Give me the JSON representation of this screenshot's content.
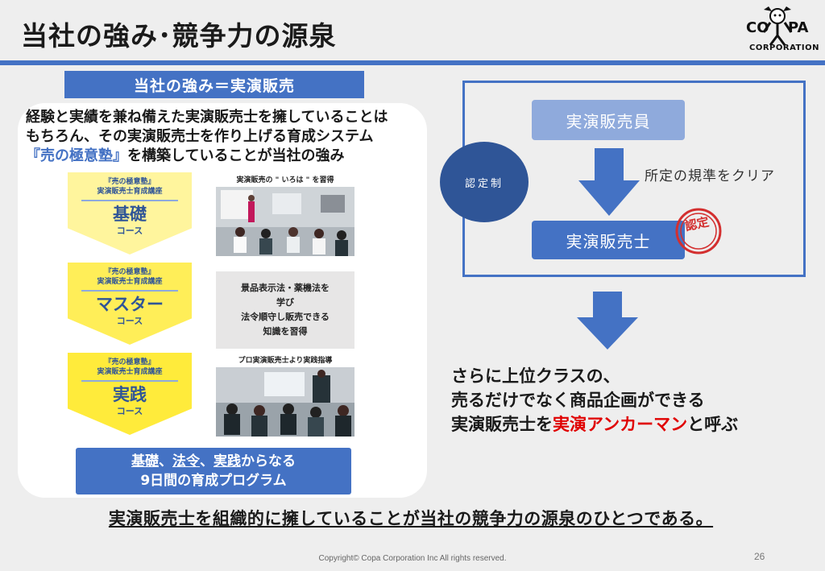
{
  "header": {
    "title": "当社の強み･競争力の源泉",
    "logo": {
      "line1_left": "CO",
      "line1_right": "PA",
      "line2": "CORPORATION"
    }
  },
  "left": {
    "header": "当社の強み＝実演販売",
    "intro": {
      "line1": "経験と実績を兼ね備えた実演販売士を擁していることは",
      "line2": "もちろん、その実演販売士を作り上げる育成システム",
      "line3_blue": "『売の極意塾』",
      "line3_rest": "を構築していることが当社の強み"
    },
    "courses": [
      {
        "sub1": "『売の極意塾』",
        "sub2": "実演販売士育成講座",
        "name": "基礎",
        "label": "コース",
        "color": "#fff59d"
      },
      {
        "sub1": "『売の極意塾』",
        "sub2": "実演販売士育成講座",
        "name": "マスター",
        "label": "コース",
        "color": "#ffee58"
      },
      {
        "sub1": "『売の極意塾』",
        "sub2": "実演販売士育成講座",
        "name": "実践",
        "label": "コース",
        "color": "#ffeb3b"
      }
    ],
    "photo1_caption": "実演販売の \" いろは \" を習得",
    "info_box": {
      "line1": "景品表示法・薬機法を",
      "line2": "学び",
      "line3": "法令順守し販売できる",
      "line4": "知識を習得"
    },
    "photo3_caption": "プロ実演販売士より実践指導",
    "program": {
      "kiso": "基礎",
      "sep1": "、",
      "horei": "法令",
      "sep2": "、",
      "jissen": "実践",
      "rest1": "からなる",
      "line2": "9日間の育成プログラム"
    }
  },
  "right": {
    "cert_label": "認定制",
    "staff": "実演販売員",
    "clear": "所定の規準をクリア",
    "expert": "実演販売士",
    "stamp": "認定",
    "anchor": {
      "line1": "さらに上位クラスの、",
      "line2": "売るだけでなく商品企画ができる",
      "line3_pre": "実演販売士を",
      "line3_red": "実演アンカーマン",
      "line3_post": "と呼ぶ"
    }
  },
  "footer": {
    "conclusion": "実演販売士を組織的に擁していることが当社の競争力の源泉のひとつである。",
    "copyright": "Copyright© Copa Corporation Inc All rights reserved.",
    "page": "26"
  },
  "colors": {
    "accent": "#4472c4",
    "dark_blue": "#2f5597",
    "light_blue": "#8faadc",
    "red": "#e00000"
  }
}
